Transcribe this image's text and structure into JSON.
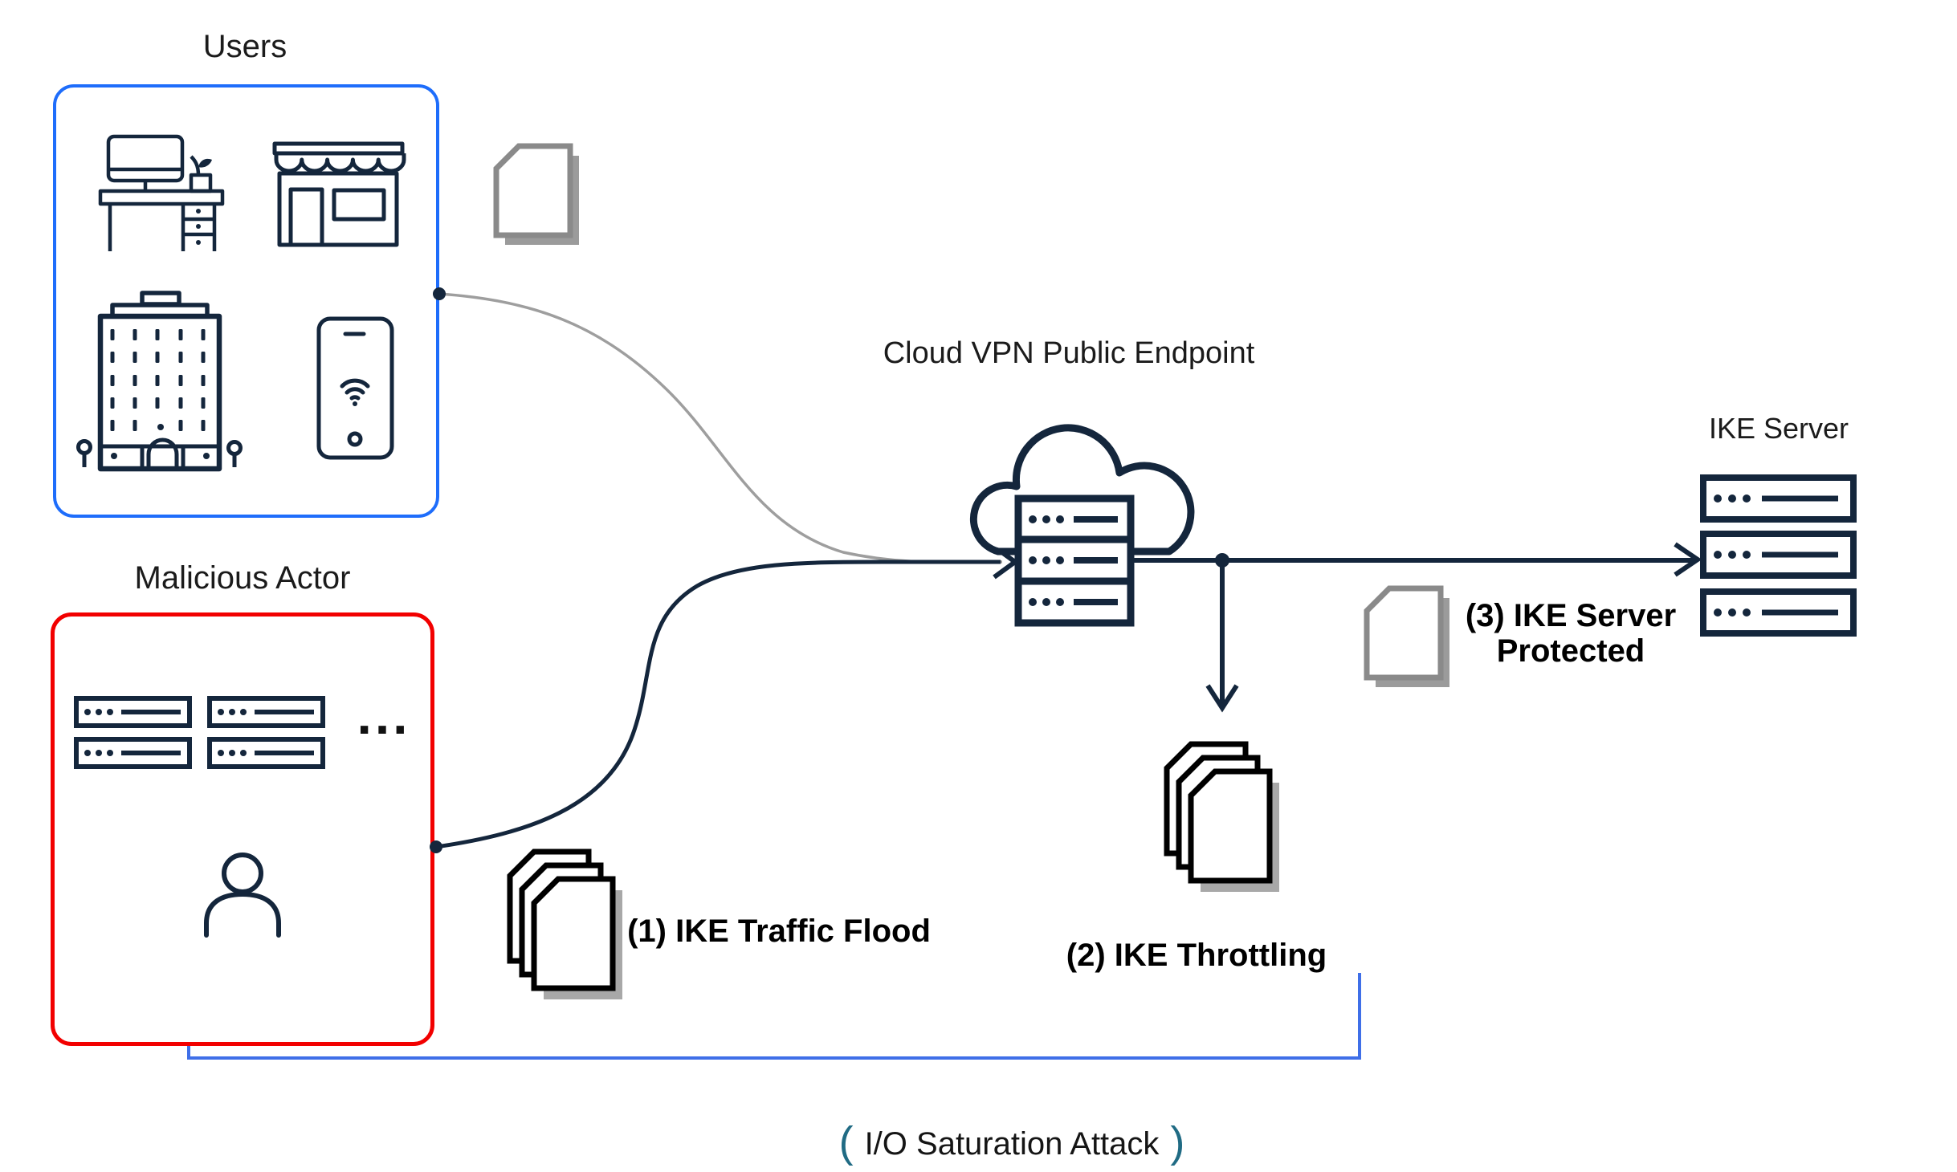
{
  "nodes": {
    "users": {
      "title": "Users"
    },
    "malicious": {
      "title": "Malicious Actor"
    },
    "cloud": {
      "title": "Cloud VPN Public Endpoint"
    },
    "ike": {
      "title": "IKE Server"
    }
  },
  "steps": {
    "one": "(1) IKE Traffic Flood",
    "two": "(2) IKE Throttling",
    "three_l1": "(3) IKE Server",
    "three_l2": "Protected"
  },
  "footer": {
    "open_paren": "(",
    "label": "I/O Saturation Attack",
    "close_paren": ")"
  },
  "misc": {
    "ellipsis": "..."
  },
  "icons": {
    "users_box": [
      "desktop-workstation-icon",
      "storefront-icon",
      "office-building-icon",
      "smartphone-wifi-icon"
    ],
    "malicious_box": [
      "bot-server-icon (x4)",
      "attacker-person-icon"
    ],
    "cloud": [
      "cloud-icon",
      "vpn-server-stack-icon"
    ],
    "ike": [
      "server-rack-row-icon (x3)"
    ],
    "documents": [
      "packet-stack-icon (x2)",
      "gray-document-icon (x2)"
    ]
  },
  "colors": {
    "icon_navy": "#14263c",
    "users_border": "#1e6dfb",
    "malicious_border": "#f20000",
    "bracket_blue": "#3f6fe8",
    "paren_teal": "#206b84",
    "gray_line": "#9e9e9e",
    "gray_document": "#8a8a8a",
    "shadow_gray": "#a8a8a8",
    "background": "#ffffff"
  }
}
